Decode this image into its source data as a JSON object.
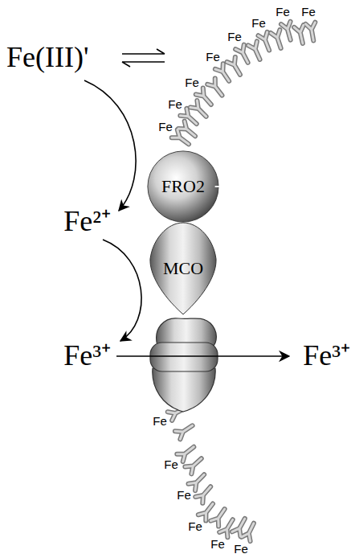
{
  "diagram": {
    "nodes": [
      {
        "text": [
          "FRO2"
        ]
      },
      {
        "text": [
          "MCO"
        ]
      }
    ],
    "labels": [
      "Fe(III)'",
      "Fe²⁺",
      "Fe³⁺",
      "Fe³⁺",
      "Fe",
      "Fe",
      "Fe",
      "Fe",
      "Fe",
      "Fe",
      "Fe",
      "Fe",
      "Fe",
      "Fe",
      "Fe",
      "Fe",
      "Fe",
      "Fe"
    ]
  }
}
